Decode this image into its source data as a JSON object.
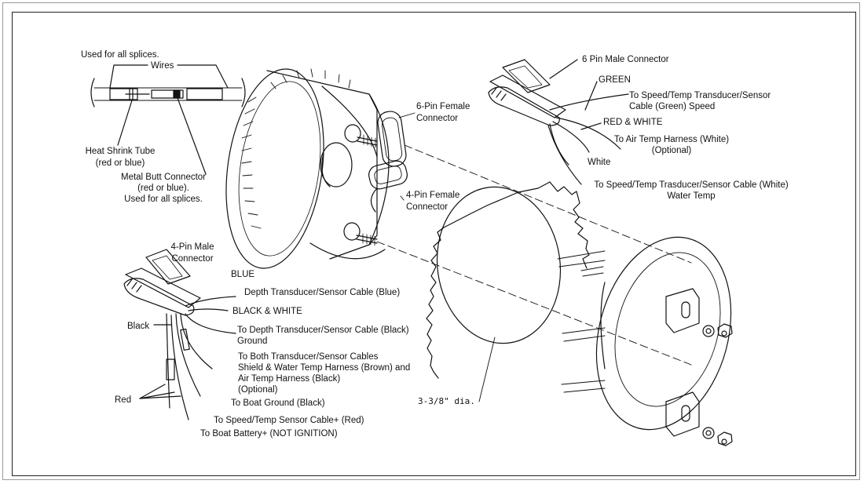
{
  "labels": {
    "splice_used": "Used for all splices.",
    "wires": "Wires",
    "heat_shrink_1": "Heat Shrink Tube",
    "heat_shrink_2": "(red or blue)",
    "butt_1": "Metal Butt Connector",
    "butt_2": "(red or blue).",
    "butt_3": "Used for all splices.",
    "six_female_1": "6-Pin Female",
    "six_female_2": "Connector",
    "four_female_1": "4-Pin Female",
    "four_female_2": "Connector",
    "six_male": "6 Pin Male Connector",
    "green": "GREEN",
    "speed_1": "To Speed/Temp Transducer/Sensor",
    "speed_2": "Cable (Green) Speed",
    "red_white": "RED & WHITE",
    "air_1": "To Air Temp Harness (White)",
    "air_2": "(Optional)",
    "white": "White",
    "water_1": "To Speed/Temp Trasducer/Sensor Cable (White)",
    "water_2": "Water Temp",
    "four_male_1": "4-Pin Male",
    "four_male_2": "Connector",
    "blue": "BLUE",
    "depth_blue": "Depth Transducer/Sensor Cable (Blue)",
    "black_white": "BLACK & WHITE",
    "black": "Black",
    "depth_black_1": "To Depth Transducer/Sensor Cable (Black)",
    "depth_black_2": "Ground",
    "both_1": "To Both Transducer/Sensor Cables",
    "both_2": "Shield & Water Temp Harness (Brown) and",
    "both_3": "Air Temp Harness (Black)",
    "both_4": "(Optional)",
    "boat_ground": "To Boat Ground (Black)",
    "red": "Red",
    "speed_red": "To Speed/Temp Sensor Cable+ (Red)",
    "battery": "To Boat Battery+ (NOT IGNITION)",
    "dia": "3-3/8\" dia."
  }
}
